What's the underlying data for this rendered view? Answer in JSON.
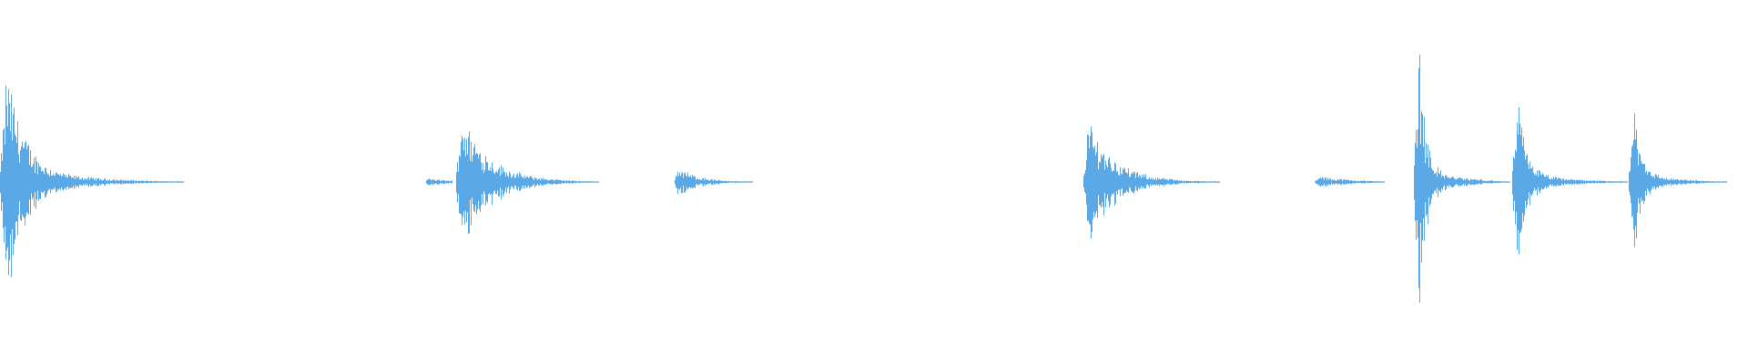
{
  "waveform": {
    "color": "#5aa9e6",
    "background": "#ffffff",
    "peak_scale": 1.0,
    "events": [
      {
        "name": "burst-1",
        "start": 0.0,
        "attack": 0.004,
        "length": 0.105,
        "peak": 0.6,
        "decay": 10.0,
        "tail": 0.06
      },
      {
        "name": "burst-2-lead",
        "start": 0.244,
        "attack": 0.001,
        "length": 0.015,
        "peak": 0.02,
        "decay": 1.0,
        "tail": 0.02
      },
      {
        "name": "burst-2",
        "start": 0.261,
        "attack": 0.003,
        "length": 0.082,
        "peak": 0.38,
        "decay": 5.5,
        "tail": 0.05
      },
      {
        "name": "burst-3",
        "start": 0.386,
        "attack": 0.002,
        "length": 0.045,
        "peak": 0.08,
        "decay": 4.0,
        "tail": 0.08
      },
      {
        "name": "burst-4",
        "start": 0.62,
        "attack": 0.003,
        "length": 0.078,
        "peak": 0.33,
        "decay": 5.5,
        "tail": 0.05
      },
      {
        "name": "burst-5",
        "start": 0.752,
        "attack": 0.003,
        "length": 0.04,
        "peak": 0.03,
        "decay": 2.0,
        "tail": 0.1
      },
      {
        "name": "burst-6",
        "start": 0.809,
        "attack": 0.003,
        "length": 0.055,
        "peak": 0.72,
        "decay": 14.0,
        "tail": 0.06
      },
      {
        "name": "burst-7",
        "start": 0.865,
        "attack": 0.003,
        "length": 0.066,
        "peak": 0.42,
        "decay": 12.0,
        "tail": 0.07
      },
      {
        "name": "burst-8",
        "start": 0.932,
        "attack": 0.003,
        "length": 0.056,
        "peak": 0.4,
        "decay": 12.0,
        "tail": 0.07
      }
    ]
  }
}
